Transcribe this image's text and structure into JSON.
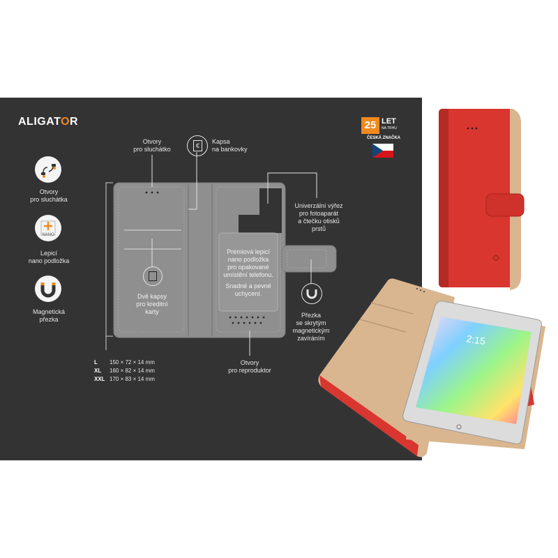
{
  "brand": {
    "logo_prefix": "ALIGAT",
    "logo_o": "O",
    "logo_suffix": "R"
  },
  "badge": {
    "number": "25",
    "let": "LET",
    "na_trhu": "NA TRHU",
    "brand_text": "ČESKÁ ZNAČKA"
  },
  "features": [
    {
      "icon": "headphone-plug-icon",
      "label_1": "Otvory",
      "label_2": "pro sluchátka"
    },
    {
      "icon": "nano-pad-icon",
      "icon_text": "NANO",
      "label_1": "Lepicí",
      "label_2": "nano podložka"
    },
    {
      "icon": "magnet-icon",
      "label_1": "Magnetická",
      "label_2": "přezka"
    }
  ],
  "callouts": {
    "earpiece": {
      "line1": "Otvory",
      "line2": "pro sluchátko"
    },
    "banknotes": {
      "line1": "Kapsa",
      "line2": "na bankovky"
    },
    "camera": {
      "line1": "Univerzální výřez",
      "line2": "pro fotoaparát",
      "line3": "a čtečku otisků",
      "line4": "prstů"
    },
    "pad": {
      "line1": "Prémiová lepicí",
      "line2": "nano podložka",
      "line3": "pro opakované",
      "line4": "umístění telefonu.",
      "line5": "Snadné a pevné",
      "line6": "uchycení."
    },
    "cards": {
      "line1": "Dvě kapsy",
      "line2": "pro kreditní",
      "line3": "karty"
    },
    "clasp": {
      "line1": "Přezka",
      "line2": "se skrytým",
      "line3": "magnetickým",
      "line4": "zavíráním"
    },
    "speaker": {
      "line1": "Otvory",
      "line2": "pro reproduktor"
    }
  },
  "dimensions": [
    {
      "size": "L",
      "value": "150 × 72 × 14 mm"
    },
    {
      "size": "XL",
      "value": "160 × 82 × 14 mm"
    },
    {
      "size": "XXL",
      "value": "170 × 83 × 14 mm"
    }
  ],
  "colors": {
    "panel": "#333334",
    "accent": "#f08a1f",
    "case_red": "#d8362f",
    "case_inner": "#d9b68f"
  },
  "phone_screen_time": "2:15"
}
